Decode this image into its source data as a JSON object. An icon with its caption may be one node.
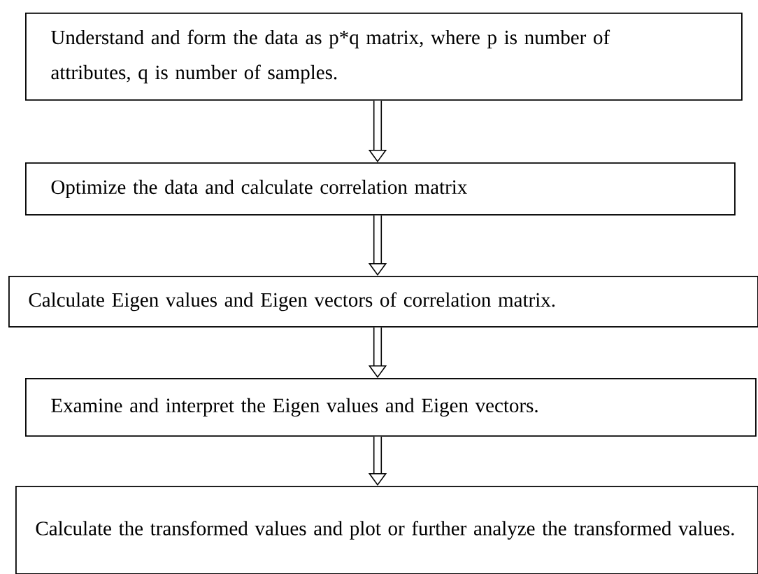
{
  "diagram": {
    "nodes": [
      {
        "text": [
          "Understand and form the data as p*q matrix, where p is number of attributes, q is number of samples."
        ]
      },
      {
        "text": [
          "Optimize the data and calculate correlation matrix"
        ]
      },
      {
        "text": [
          "Calculate Eigen values and Eigen vectors of correlation matrix."
        ]
      },
      {
        "text": [
          "Examine and interpret the Eigen values and Eigen vectors."
        ]
      },
      {
        "text": [
          "Calculate the transformed values and plot or further analyze the transformed values."
        ]
      }
    ],
    "edges": [
      {
        "from": 0,
        "to": 1,
        "arrow": "to"
      },
      {
        "from": 1,
        "to": 2,
        "arrow": "to"
      },
      {
        "from": 2,
        "to": 3,
        "arrow": "to"
      },
      {
        "from": 3,
        "to": 4,
        "arrow": "to"
      }
    ]
  }
}
